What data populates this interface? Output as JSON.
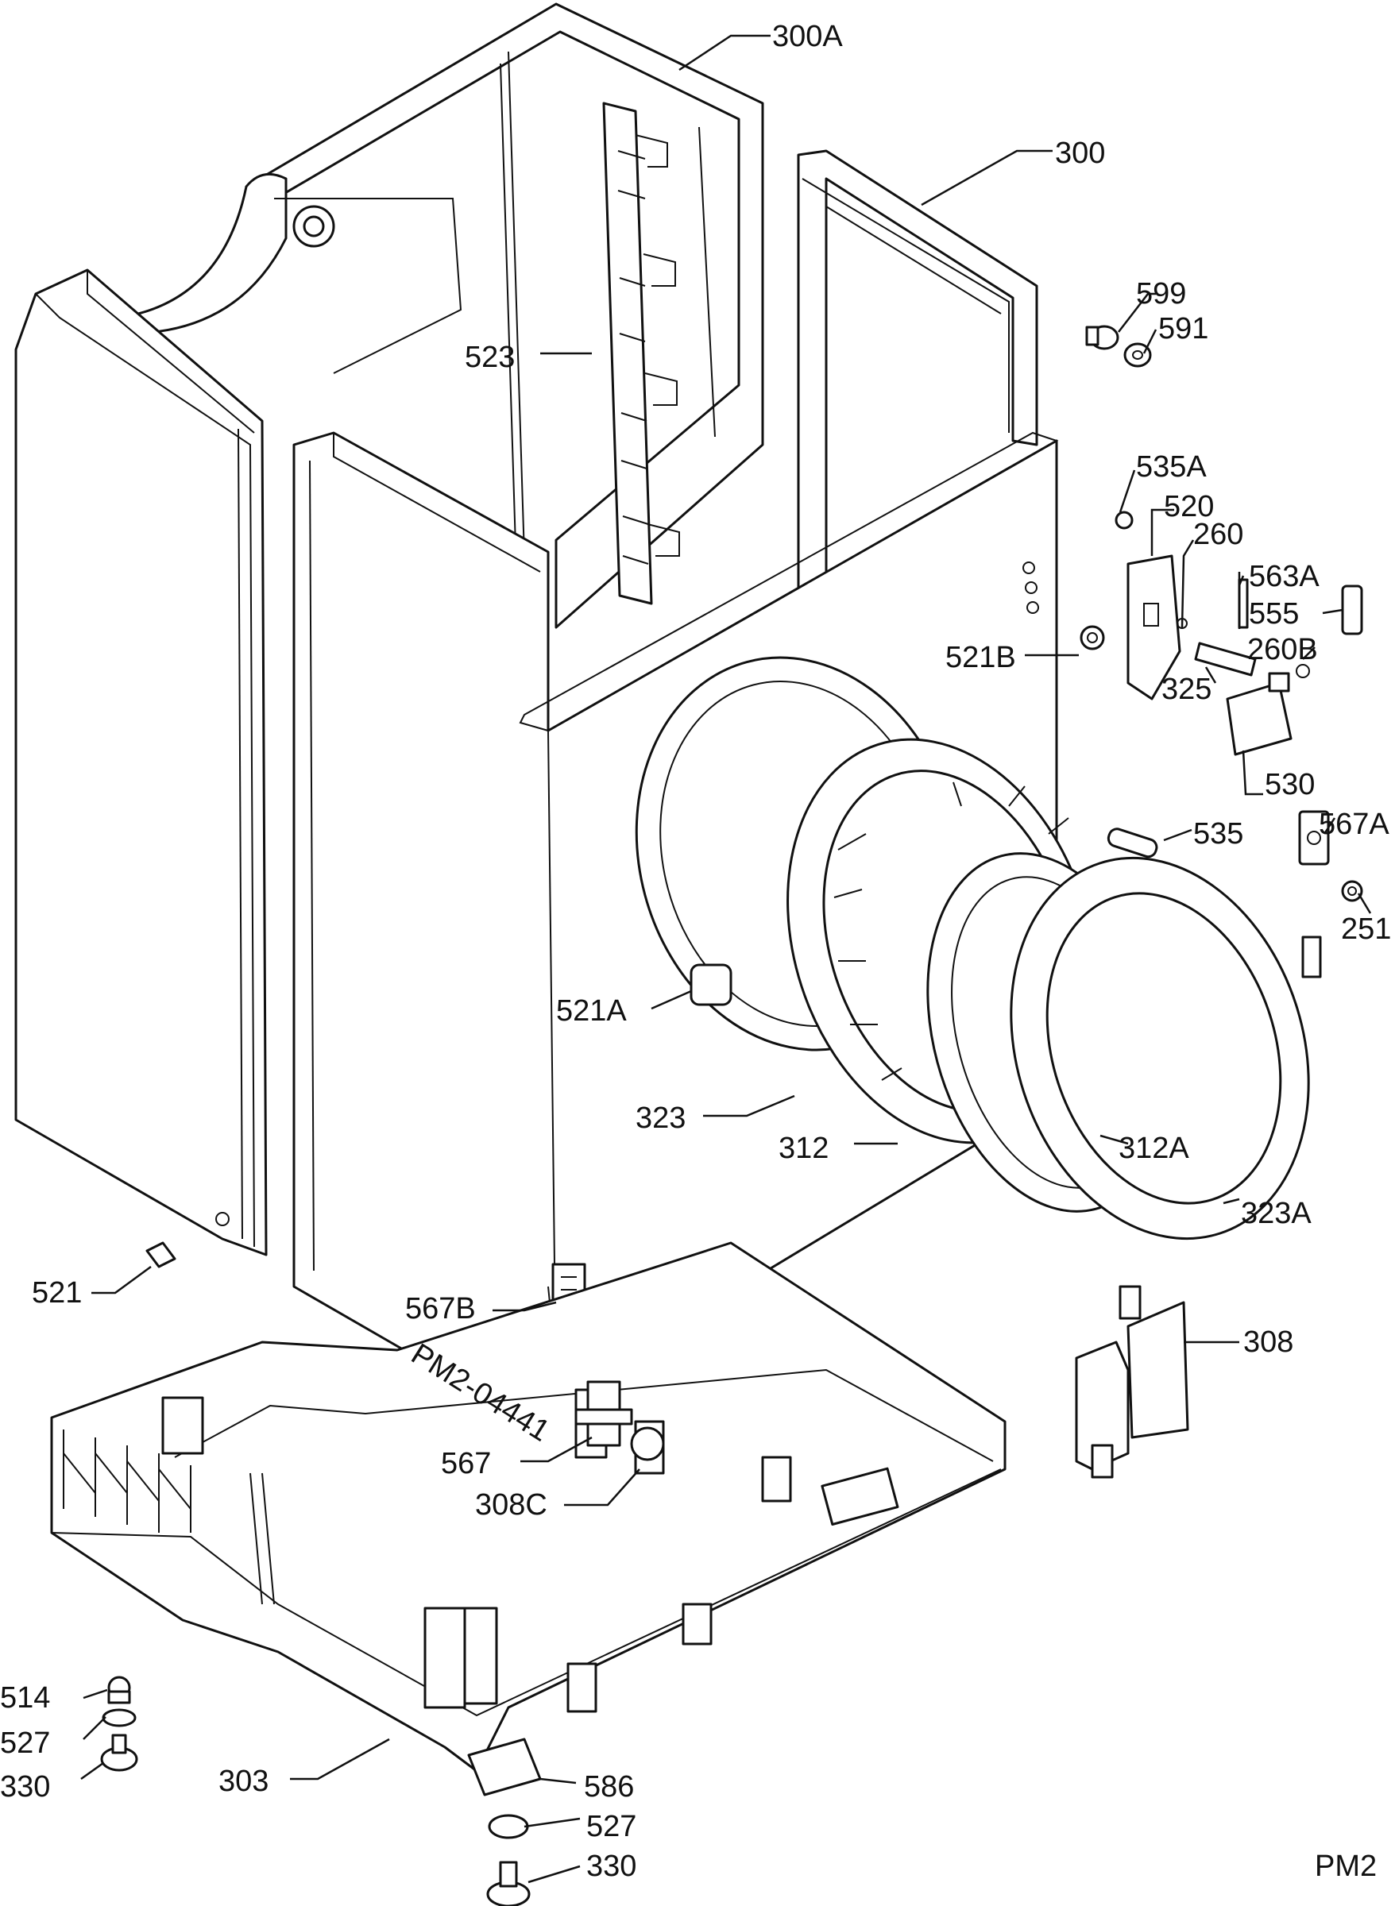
{
  "diagram": {
    "sheet_code": "PM2",
    "stamp_code": "PM2-04441",
    "labels": {
      "l300A": "300A",
      "l300": "300",
      "l599": "599",
      "l591": "591",
      "l523": "523",
      "l535A": "535A",
      "l520": "520",
      "l260": "260",
      "l563A": "563A",
      "l555": "555",
      "l260B": "260B",
      "l521B": "521B",
      "l325": "325",
      "l530": "530",
      "l535": "535",
      "l567A": "567A",
      "l251": "251",
      "l521A": "521A",
      "l323": "323",
      "l312": "312",
      "l312A": "312A",
      "l323A": "323A",
      "l521": "521",
      "l567B": "567B",
      "l308": "308",
      "l567": "567",
      "l308C": "308C",
      "l514": "514",
      "l527a": "527",
      "l330a": "330",
      "l303": "303",
      "l586": "586",
      "l527b": "527",
      "l330b": "330"
    }
  }
}
